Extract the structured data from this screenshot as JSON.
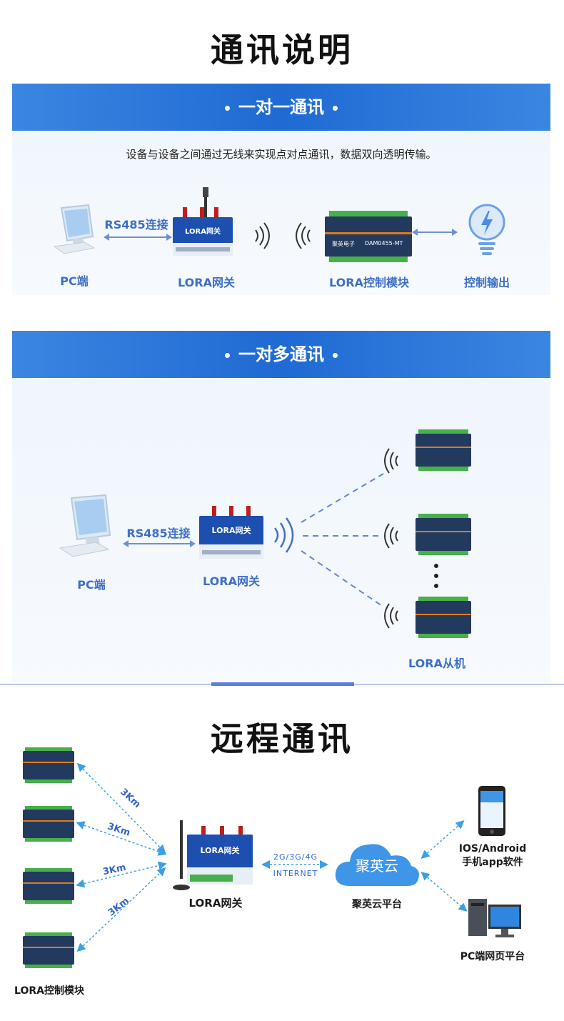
{
  "sections": {
    "comm_title": "通讯说明",
    "remote_title": "远程通讯"
  },
  "one_to_one": {
    "banner": "一对一通讯",
    "description": "设备与设备之间通过无线来实现点对点通讯，数据双向透明传输。",
    "pc_label": "PC端",
    "link_label": "RS485连接",
    "gateway_label": "LORA网关",
    "module_label": "LORA控制模块",
    "output_label": "控制输出"
  },
  "one_to_many": {
    "banner": "一对多通讯",
    "pc_label": "PC端",
    "link_label": "RS485连接",
    "gateway_label": "LORA网关",
    "slave_label": "LORA从机"
  },
  "remote": {
    "distance_labels": [
      "3Km",
      "3Km",
      "3Km",
      "3Km"
    ],
    "gateway_label": "LORA网关",
    "network_top": "2G/3G/4G",
    "network_bottom": "INTERNET",
    "cloud_text": "聚英云",
    "cloud_label": "聚英云平台",
    "phone_label_1": "IOS/Android",
    "phone_label_2": "手机app软件",
    "pc_platform_label": "PC端网页平台",
    "module_label": "LORA控制模块"
  },
  "device": {
    "gateway_title": "LORA网关",
    "module_brand": "聚英电子",
    "module_model": "DAM0455-MT"
  },
  "colors": {
    "banner": "#2a74d9",
    "label_blue": "#3d6fc6",
    "arrow": "#6b8fd8",
    "dashed": "#5f86d4"
  }
}
